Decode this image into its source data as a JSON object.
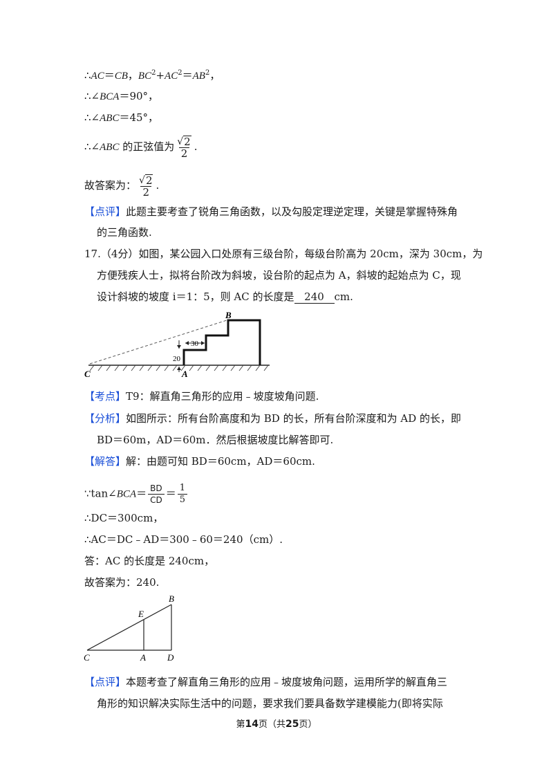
{
  "lines": {
    "l1": {
      "pre": "∴",
      "a": "AC",
      "eq1": "＝",
      "b": "CB",
      "sep": "，",
      "c": "BC",
      "exp1": "2",
      "plus": "+",
      "d": "AC",
      "exp2": "2",
      "eq2": "＝",
      "e": "AB",
      "exp3": "2",
      "end": "，"
    },
    "l2": {
      "pre": "∴∠",
      "v": "BCA",
      "rest": "＝90°，"
    },
    "l3": {
      "pre": "∴∠",
      "v": "ABC",
      "rest": "＝45°，"
    },
    "l4": {
      "pre": "∴∠",
      "v": "ABC",
      "mid": " 的正弦值为",
      "num": "2",
      "den": "2",
      "end": "."
    },
    "l5": {
      "text": "故答案为：",
      "num": "2",
      "den": "2",
      "end": "."
    }
  },
  "review1": {
    "tag": "【点评】",
    "line1": "此题主要考查了锐角三角函数，以及勾股定理逆定理，关键是掌握特殊角",
    "line2": "的三角函数."
  },
  "question": {
    "line1": "17.（4分）如图，某公园入口处原有三级台阶，每级台阶高为 20cm，深为 30cm，为",
    "line2": "方便残疾人士，拟将台阶改为斜坡，设台阶的起点为 A，斜坡的起始点为 C，现",
    "line3_pre": "设计斜坡的坡度 i＝1：5，则 AC 的长度是",
    "answer": "240",
    "line3_post": "cm."
  },
  "figure1": {
    "labels": {
      "B": "B",
      "C": "C",
      "A": "A",
      "depth": "30",
      "height": "20"
    }
  },
  "kaodian": {
    "tag": "【考点】",
    "text": "T9：解直角三角形的应用﹣坡度坡角问题."
  },
  "fenxi": {
    "tag": "【分析】",
    "line1": "如图所示：所有台阶高度和为 BD 的长，所有台阶深度和为 AD 的长，即",
    "line2": "BD＝60m，AD＝60m．然后根据坡度比解答即可."
  },
  "jieda": {
    "tag": "【解答】",
    "line1": "解：由题可知 BD＝60cm，AD＝60cm.",
    "tan_pre": "∵tan∠",
    "tan_v": "BCA",
    "tan_eq": "＝",
    "frac1_num": "BD",
    "frac1_den": "CD",
    "eq2": "＝",
    "frac2_num": "1",
    "frac2_den": "5",
    "dc": "∴DC＝300cm，",
    "ac": "∴AC＝DC﹣AD＝300﹣60＝240（cm）.",
    "answer": "答：AC 的长度是 240cm，",
    "final": "故答案为：240."
  },
  "figure2": {
    "labels": {
      "B": "B",
      "E": "E",
      "C": "C",
      "A": "A",
      "D": "D"
    }
  },
  "review2": {
    "tag": "【点评】",
    "line1": "本题考查了解直角三角形的应用﹣坡度坡角问题，运用所学的解直角三",
    "line2": "角形的知识解决实际生活中的问题，要求我们要具备数学建模能力(即将实际"
  },
  "footer": {
    "pre": "第",
    "page": "14",
    "mid": "页（共",
    "total": "25",
    "post": "页）"
  }
}
